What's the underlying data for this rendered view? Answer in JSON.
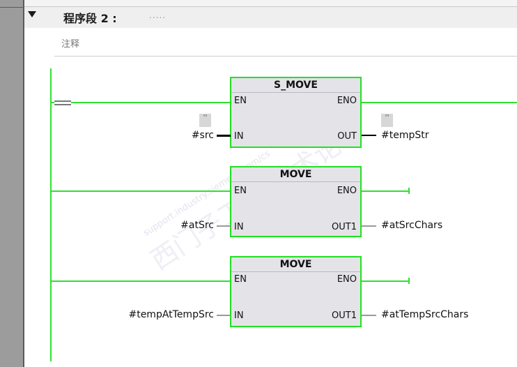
{
  "network": {
    "title": "程序段 2 :",
    "title_dots": ".....",
    "comment": "注释"
  },
  "blocks": [
    {
      "name": "S_MOVE",
      "en": "EN",
      "eno": "ENO",
      "in": "IN",
      "out": "OUT",
      "in_operand": "#src",
      "out_operand": "#tempStr",
      "in_literal": "''",
      "out_literal": "''"
    },
    {
      "name": "MOVE",
      "en": "EN",
      "eno": "ENO",
      "in": "IN",
      "out": "OUT1",
      "in_operand": "#atSrc",
      "out_operand": "#atSrcChars"
    },
    {
      "name": "MOVE",
      "en": "EN",
      "eno": "ENO",
      "in": "IN",
      "out": "OUT1",
      "in_operand": "#tempAtTempSrc",
      "out_operand": "#atTempSrcChars"
    }
  ],
  "watermark": {
    "main": "西门子工业 技术论坛",
    "url": "support.industry.siemens.com/cs"
  },
  "colors": {
    "power_flow": "#2fe02f",
    "block_fill": "#e3e3e8",
    "header_bg": "#efefef"
  },
  "icons": {
    "collapse": "triangle-down",
    "contact": "normally-open-contact"
  }
}
